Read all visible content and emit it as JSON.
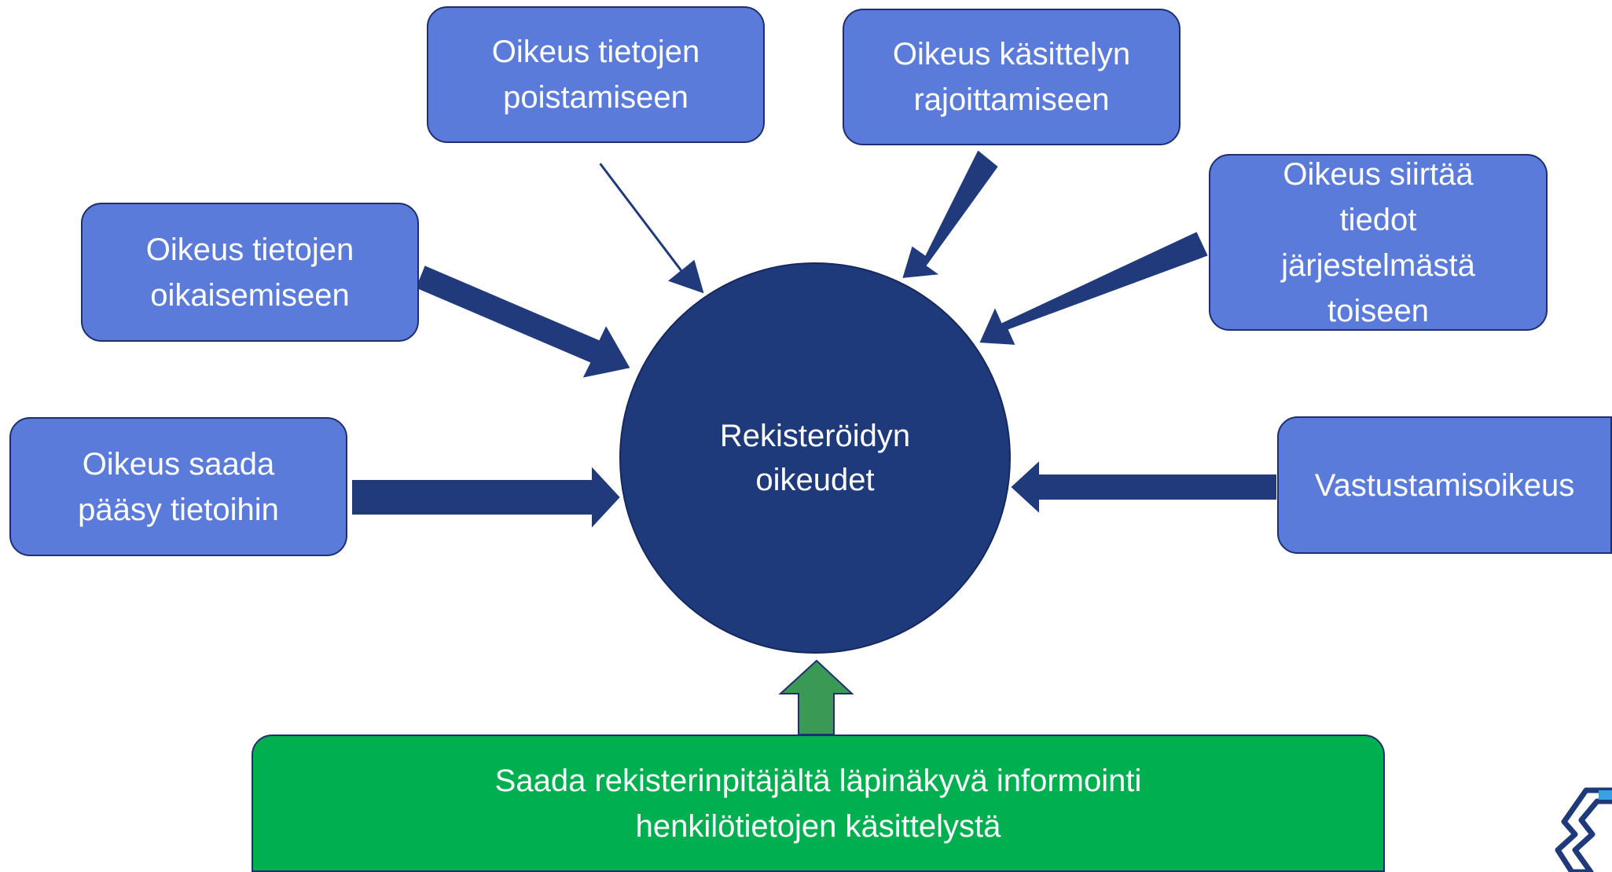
{
  "center": {
    "label": "Rekisteröidyn\noikeudet"
  },
  "rights": [
    {
      "id": "poistaminen",
      "label": "Oikeus tietojen\npoistamiseen"
    },
    {
      "id": "rajoittaminen",
      "label": "Oikeus käsittelyn\nrajoittamiseen"
    },
    {
      "id": "oikaiseminen",
      "label": "Oikeus tietojen\noikaisemiseen"
    },
    {
      "id": "siirtaminen",
      "label": "Oikeus siirtää\ntiedot\njärjestelmästä\ntoiseen"
    },
    {
      "id": "paasy",
      "label": "Oikeus saada\npääsy tietoihin"
    },
    {
      "id": "vastustaminen",
      "label": "Vastustamisoikeus"
    }
  ],
  "bottom": {
    "label": "Saada rekisterinpitäjältä läpinäkyvä informointi\nhenkilötietojen käsittelystä"
  },
  "colors": {
    "box_fill": "#5a7bd9",
    "box_border": "#1f2f6e",
    "circle_fill": "#1f3a7a",
    "arrow_fill": "#203a7c",
    "green_box": "#00b050",
    "green_arrow": "#3a9a55",
    "logo": "#1f3a7a"
  },
  "icons": {
    "corner_logo": "partial-star-of-life-icon"
  }
}
